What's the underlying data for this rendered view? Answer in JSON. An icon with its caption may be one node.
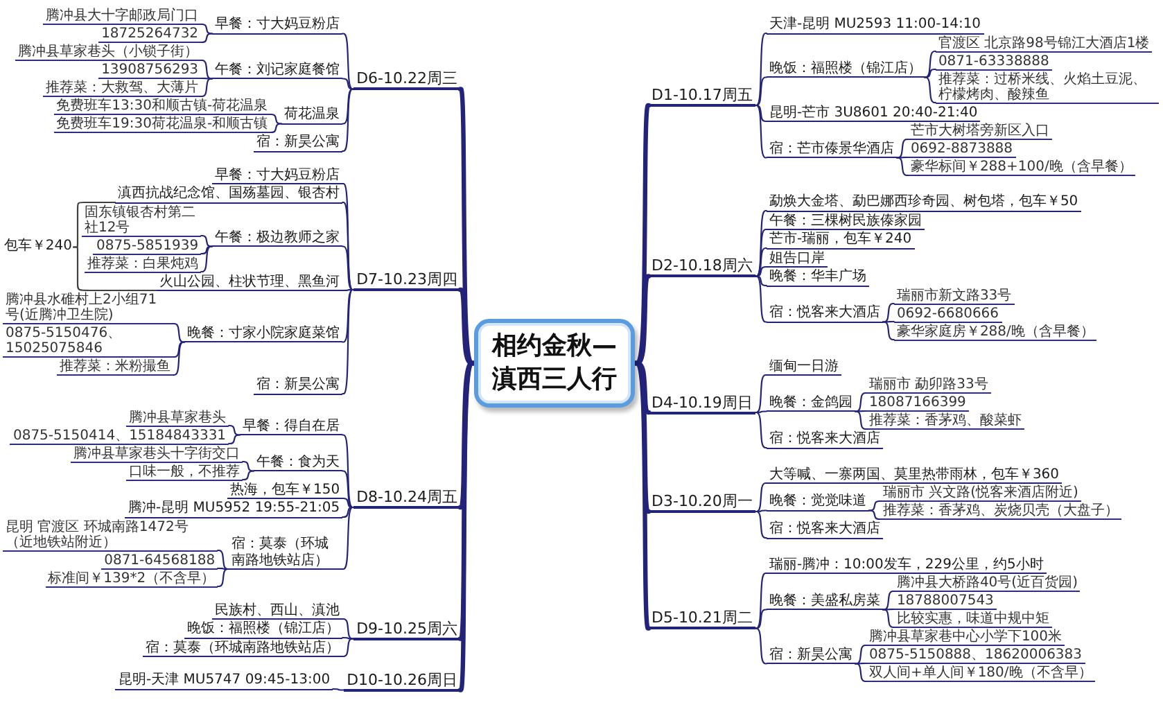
{
  "diagram": {
    "nodes": [
      {
        "text": [
          "相约金秋—滇西三人行"
        ]
      },
      {
        "text": [
          "D1-10.17周五"
        ]
      },
      {
        "text": [
          "天津-昆明 MU2593 11:00-14:10"
        ]
      },
      {
        "text": [
          "晚饭：福照楼（锦江店）"
        ]
      },
      {
        "text": [
          "官渡区 北京路98号锦江大酒店1楼"
        ]
      },
      {
        "text": [
          "0871-63338888"
        ]
      },
      {
        "text": [
          "推荐菜：过桥米线、火焰土豆泥、柠檬烤肉、酸辣鱼"
        ]
      },
      {
        "text": [
          "昆明-芒市 3U8601 20:40-21:40"
        ]
      },
      {
        "text": [
          "宿：芒市傣景华酒店"
        ]
      },
      {
        "text": [
          "芒市大树塔旁新区入口"
        ]
      },
      {
        "text": [
          "0692-8873888"
        ]
      },
      {
        "text": [
          "豪华标间￥288+100/晚（含早餐）"
        ]
      },
      {
        "text": [
          "D2-10.18周六"
        ]
      },
      {
        "text": [
          "勐焕大金塔、勐巴娜西珍奇园、树包塔，包车￥50"
        ]
      },
      {
        "text": [
          "午餐：三棵树民族傣家园"
        ]
      },
      {
        "text": [
          "芒市-瑞丽，包车￥240"
        ]
      },
      {
        "text": [
          "姐告口岸"
        ]
      },
      {
        "text": [
          "晚餐：华丰广场"
        ]
      },
      {
        "text": [
          "宿：悦客来大酒店"
        ]
      },
      {
        "text": [
          "瑞丽市新文路33号"
        ]
      },
      {
        "text": [
          "0692-6680666"
        ]
      },
      {
        "text": [
          "豪华家庭房￥288/晚（含早餐）"
        ]
      },
      {
        "text": [
          "D4-10.19周日"
        ]
      },
      {
        "text": [
          "缅甸一日游"
        ]
      },
      {
        "text": [
          "晚餐：金鸽园"
        ]
      },
      {
        "text": [
          "瑞丽市 勐卯路33号"
        ]
      },
      {
        "text": [
          "18087166399"
        ]
      },
      {
        "text": [
          "推荐菜：香茅鸡、酸菜虾"
        ]
      },
      {
        "text": [
          "宿：悦客来大酒店"
        ]
      },
      {
        "text": [
          "D3-10.20周一"
        ]
      },
      {
        "text": [
          "大等喊、一寨两国、莫里热带雨林，包车￥360"
        ]
      },
      {
        "text": [
          "晚餐：觉觉味道"
        ]
      },
      {
        "text": [
          "瑞丽市 兴文路(悦客来酒店附近)"
        ]
      },
      {
        "text": [
          "推荐菜：香茅鸡、炭烧贝壳（大盘子）"
        ]
      },
      {
        "text": [
          "宿：悦客来大酒店"
        ]
      },
      {
        "text": [
          "D5-10.21周二"
        ]
      },
      {
        "text": [
          "瑞丽-腾冲：10:00发车，229公里，约5小时"
        ]
      },
      {
        "text": [
          "晚餐：美盛私房菜"
        ]
      },
      {
        "text": [
          "腾冲县大桥路40号(近百货园)"
        ]
      },
      {
        "text": [
          "18788007543"
        ]
      },
      {
        "text": [
          "比较实惠，味道中规中矩"
        ]
      },
      {
        "text": [
          "宿：新昊公寓"
        ]
      },
      {
        "text": [
          "腾冲县草家巷中心小学下100米"
        ]
      },
      {
        "text": [
          "0875-5150888、18620006383"
        ]
      },
      {
        "text": [
          "双人间+单人间￥180/晚（不含早）"
        ]
      },
      {
        "text": [
          "D6-10.22周三"
        ]
      },
      {
        "text": [
          "早餐：寸大妈豆粉店"
        ]
      },
      {
        "text": [
          "腾冲县大十字邮政局门口"
        ]
      },
      {
        "text": [
          "18725264732"
        ]
      },
      {
        "text": [
          "午餐：刘记家庭餐馆"
        ]
      },
      {
        "text": [
          "腾冲县草家巷头（小锁子街）"
        ]
      },
      {
        "text": [
          "13908756293"
        ]
      },
      {
        "text": [
          "推荐菜：大救驾、大薄片"
        ]
      },
      {
        "text": [
          "荷花温泉"
        ]
      },
      {
        "text": [
          "免费班车13:30和顺古镇-荷花温泉"
        ]
      },
      {
        "text": [
          "免费班车19:30荷花温泉-和顺古镇"
        ]
      },
      {
        "text": [
          "宿：新昊公寓"
        ]
      },
      {
        "text": [
          "D7-10.23周四"
        ]
      },
      {
        "text": [
          "早餐：寸大妈豆粉店"
        ]
      },
      {
        "text": [
          "滇西抗战纪念馆、国殇墓园、银杏村"
        ]
      },
      {
        "text": [
          "午餐：极边教师之家"
        ]
      },
      {
        "text": [
          "固东镇银杏村第二社12号"
        ]
      },
      {
        "text": [
          "0875-5851939"
        ]
      },
      {
        "text": [
          "推荐菜：白果炖鸡"
        ]
      },
      {
        "text": [
          "火山公园、柱状节理、黑鱼河"
        ]
      },
      {
        "text": [
          "晚餐：寸家小院家庭菜馆"
        ]
      },
      {
        "text": [
          "腾冲县水碓村上2小组71号(近腾冲卫生院)"
        ]
      },
      {
        "text": [
          "0875-5150476、15025075846"
        ]
      },
      {
        "text": [
          "推荐菜：米粉撮鱼"
        ]
      },
      {
        "text": [
          "宿：新昊公寓"
        ]
      },
      {
        "text": [
          "包车￥240"
        ]
      },
      {
        "text": [
          "D8-10.24周五"
        ]
      },
      {
        "text": [
          "早餐：得自在居"
        ]
      },
      {
        "text": [
          "腾冲县草家巷头"
        ]
      },
      {
        "text": [
          "0875-5150414、15184843331"
        ]
      },
      {
        "text": [
          "午餐：食为天"
        ]
      },
      {
        "text": [
          "腾冲县草家巷头十字街交口"
        ]
      },
      {
        "text": [
          "口味一般，不推荐"
        ]
      },
      {
        "text": [
          "热海，包车￥150"
        ]
      },
      {
        "text": [
          "腾冲-昆明 MU5952 19:55-21:05"
        ]
      },
      {
        "text": [
          "宿：莫泰（环城南路地铁站店）"
        ]
      },
      {
        "text": [
          "昆明 官渡区 环城南路1472号（近地铁站附近）"
        ]
      },
      {
        "text": [
          "0871-64568188"
        ]
      },
      {
        "text": [
          "标准间￥139*2（不含早）"
        ]
      },
      {
        "text": [
          "D9-10.25周六"
        ]
      },
      {
        "text": [
          "民族村、西山、滇池"
        ]
      },
      {
        "text": [
          "晚饭：福照楼（锦江店）"
        ]
      },
      {
        "text": [
          "宿：莫泰（环城南路地铁站店）"
        ]
      },
      {
        "text": [
          "D10-10.26周日"
        ]
      },
      {
        "text": [
          "昆明-天津 MU5747 09:45-13:00"
        ]
      }
    ],
    "edges": [
      {
        "from": 0,
        "to": 1,
        "arrow": "none",
        "style": "thick"
      },
      {
        "from": 0,
        "to": 12,
        "arrow": "none",
        "style": "thick"
      },
      {
        "from": 0,
        "to": 22,
        "arrow": "none",
        "style": "thick"
      },
      {
        "from": 0,
        "to": 29,
        "arrow": "none",
        "style": "thick"
      },
      {
        "from": 0,
        "to": 35,
        "arrow": "none",
        "style": "thick"
      },
      {
        "from": 0,
        "to": 45,
        "arrow": "none",
        "style": "thick"
      },
      {
        "from": 0,
        "to": 57,
        "arrow": "none",
        "style": "thick"
      },
      {
        "from": 0,
        "to": 71,
        "arrow": "none",
        "style": "thick"
      },
      {
        "from": 0,
        "to": 84,
        "arrow": "none",
        "style": "thick"
      },
      {
        "from": 0,
        "to": 88,
        "arrow": "none",
        "style": "thick"
      },
      {
        "from": 1,
        "to": 2,
        "arrow": "none"
      },
      {
        "from": 1,
        "to": 3,
        "arrow": "none"
      },
      {
        "from": 3,
        "to": 4,
        "arrow": "none"
      },
      {
        "from": 3,
        "to": 5,
        "arrow": "none"
      },
      {
        "from": 3,
        "to": 6,
        "arrow": "none"
      },
      {
        "from": 1,
        "to": 7,
        "arrow": "none"
      },
      {
        "from": 1,
        "to": 8,
        "arrow": "none"
      },
      {
        "from": 8,
        "to": 9,
        "arrow": "none"
      },
      {
        "from": 8,
        "to": 10,
        "arrow": "none"
      },
      {
        "from": 8,
        "to": 11,
        "arrow": "none"
      },
      {
        "from": 12,
        "to": 13,
        "arrow": "none"
      },
      {
        "from": 12,
        "to": 14,
        "arrow": "none"
      },
      {
        "from": 12,
        "to": 15,
        "arrow": "none"
      },
      {
        "from": 12,
        "to": 16,
        "arrow": "none"
      },
      {
        "from": 12,
        "to": 17,
        "arrow": "none"
      },
      {
        "from": 12,
        "to": 18,
        "arrow": "none"
      },
      {
        "from": 18,
        "to": 19,
        "arrow": "none"
      },
      {
        "from": 18,
        "to": 20,
        "arrow": "none"
      },
      {
        "from": 18,
        "to": 21,
        "arrow": "none"
      },
      {
        "from": 22,
        "to": 23,
        "arrow": "none"
      },
      {
        "from": 22,
        "to": 24,
        "arrow": "none"
      },
      {
        "from": 24,
        "to": 25,
        "arrow": "none"
      },
      {
        "from": 24,
        "to": 26,
        "arrow": "none"
      },
      {
        "from": 24,
        "to": 27,
        "arrow": "none"
      },
      {
        "from": 22,
        "to": 28,
        "arrow": "none"
      },
      {
        "from": 29,
        "to": 30,
        "arrow": "none"
      },
      {
        "from": 29,
        "to": 31,
        "arrow": "none"
      },
      {
        "from": 31,
        "to": 32,
        "arrow": "none"
      },
      {
        "from": 31,
        "to": 33,
        "arrow": "none"
      },
      {
        "from": 29,
        "to": 34,
        "arrow": "none"
      },
      {
        "from": 35,
        "to": 36,
        "arrow": "none"
      },
      {
        "from": 35,
        "to": 37,
        "arrow": "none"
      },
      {
        "from": 37,
        "to": 38,
        "arrow": "none"
      },
      {
        "from": 37,
        "to": 39,
        "arrow": "none"
      },
      {
        "from": 37,
        "to": 40,
        "arrow": "none"
      },
      {
        "from": 35,
        "to": 41,
        "arrow": "none"
      },
      {
        "from": 41,
        "to": 42,
        "arrow": "none"
      },
      {
        "from": 41,
        "to": 43,
        "arrow": "none"
      },
      {
        "from": 41,
        "to": 44,
        "arrow": "none"
      },
      {
        "from": 45,
        "to": 46,
        "arrow": "none"
      },
      {
        "from": 46,
        "to": 47,
        "arrow": "none"
      },
      {
        "from": 46,
        "to": 48,
        "arrow": "none"
      },
      {
        "from": 45,
        "to": 49,
        "arrow": "none"
      },
      {
        "from": 49,
        "to": 50,
        "arrow": "none"
      },
      {
        "from": 49,
        "to": 51,
        "arrow": "none"
      },
      {
        "from": 49,
        "to": 52,
        "arrow": "none"
      },
      {
        "from": 45,
        "to": 53,
        "arrow": "none"
      },
      {
        "from": 53,
        "to": 54,
        "arrow": "none"
      },
      {
        "from": 53,
        "to": 55,
        "arrow": "none"
      },
      {
        "from": 45,
        "to": 56,
        "arrow": "none"
      },
      {
        "from": 57,
        "to": 58,
        "arrow": "none"
      },
      {
        "from": 57,
        "to": 59,
        "arrow": "none"
      },
      {
        "from": 57,
        "to": 60,
        "arrow": "none"
      },
      {
        "from": 60,
        "to": 61,
        "arrow": "none"
      },
      {
        "from": 60,
        "to": 62,
        "arrow": "none"
      },
      {
        "from": 60,
        "to": 63,
        "arrow": "none"
      },
      {
        "from": 57,
        "to": 64,
        "arrow": "none"
      },
      {
        "from": 57,
        "to": 65,
        "arrow": "none"
      },
      {
        "from": 65,
        "to": 66,
        "arrow": "none"
      },
      {
        "from": 65,
        "to": 67,
        "arrow": "none"
      },
      {
        "from": 65,
        "to": 68,
        "arrow": "none"
      },
      {
        "from": 57,
        "to": 69,
        "arrow": "none"
      },
      {
        "from": 70,
        "to": 59,
        "arrow": "none",
        "color": "#404040"
      },
      {
        "from": 70,
        "to": 64,
        "arrow": "none",
        "color": "#404040"
      },
      {
        "from": 71,
        "to": 72,
        "arrow": "none"
      },
      {
        "from": 72,
        "to": 73,
        "arrow": "none"
      },
      {
        "from": 72,
        "to": 74,
        "arrow": "none"
      },
      {
        "from": 71,
        "to": 75,
        "arrow": "none"
      },
      {
        "from": 75,
        "to": 76,
        "arrow": "none"
      },
      {
        "from": 75,
        "to": 77,
        "arrow": "none"
      },
      {
        "from": 71,
        "to": 78,
        "arrow": "none"
      },
      {
        "from": 71,
        "to": 79,
        "arrow": "none"
      },
      {
        "from": 71,
        "to": 80,
        "arrow": "none"
      },
      {
        "from": 80,
        "to": 81,
        "arrow": "none"
      },
      {
        "from": 80,
        "to": 82,
        "arrow": "none"
      },
      {
        "from": 80,
        "to": 83,
        "arrow": "none"
      },
      {
        "from": 84,
        "to": 85,
        "arrow": "none"
      },
      {
        "from": 84,
        "to": 86,
        "arrow": "none"
      },
      {
        "from": 84,
        "to": 87,
        "arrow": "none"
      },
      {
        "from": 88,
        "to": 89,
        "arrow": "none"
      }
    ]
  }
}
